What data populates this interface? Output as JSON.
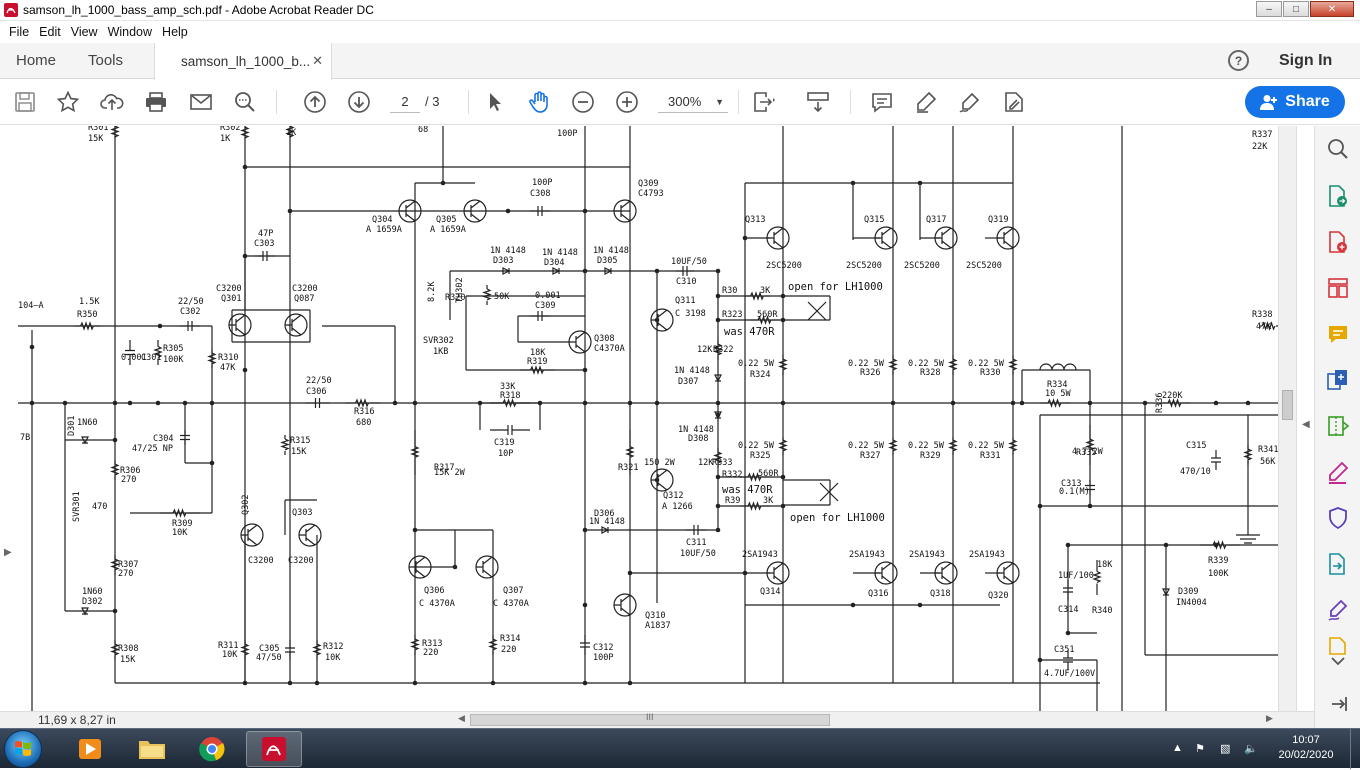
{
  "window": {
    "title": "samson_lh_1000_bass_amp_sch.pdf - Adobe Acrobat Reader DC",
    "min_label": "–",
    "max_label": "□",
    "close_label": "✕"
  },
  "menu": [
    "File",
    "Edit",
    "View",
    "Window",
    "Help"
  ],
  "tabs": {
    "home": "Home",
    "tools": "Tools",
    "document": "samson_lh_1000_b...",
    "close": "✕",
    "help": "?",
    "signin": "Sign In"
  },
  "toolbar": {
    "page_current": "2",
    "page_total": "/ 3",
    "zoom": "300%",
    "share": "Share"
  },
  "icons": {
    "save": "save-icon",
    "bookmark": "star-icon",
    "upload": "upload-icon",
    "print": "print-icon",
    "email": "email-icon",
    "search": "zoom-search-icon",
    "prev": "prev-page-icon",
    "next": "next-page-icon",
    "select": "select-cursor-icon",
    "hand": "hand-icon",
    "zoomout": "zoom-out-icon",
    "zoomin": "zoom-in-icon",
    "accent": "#1473e6"
  },
  "status": {
    "page_size": "11,69 x 8,27 in",
    "grip": "III"
  },
  "taskbar": {
    "time": "10:07",
    "date": "20/02/2020"
  },
  "schematic": {
    "labels": [
      "R301",
      "15K",
      "R302",
      "1K",
      "1K",
      "68",
      "100P",
      "R337",
      "22K",
      "104–A",
      "1.5K",
      "R350",
      "47P",
      "C303",
      "C3200",
      "Q301",
      "C3200",
      "Q087",
      "22/50",
      "C302",
      "0.001",
      "C301",
      "R305",
      "100K",
      "R310",
      "47K",
      "Q304",
      "A 1659A",
      "Q305",
      "A 1659A",
      "100P",
      "C308",
      "Q309",
      "C4793",
      "Q313",
      "Q315",
      "Q317",
      "Q319",
      "2SC5200",
      "2SC5200",
      "2SC5200",
      "2SC5200",
      "1N 4148",
      "D303",
      "1N 4148",
      "D304",
      "1N 4148",
      "D305",
      "10UF/50",
      "C310",
      "8.2K",
      "R320",
      "TH302",
      "50K",
      "0.001",
      "C309",
      "Q311",
      "C 3198",
      "R30",
      "3K",
      "open for LH1000",
      "R323",
      "560R",
      "was 470R",
      "SVR302",
      "1KB",
      "18K",
      "R319",
      "Q308",
      "C4370A",
      "12K",
      "R322",
      "0.22 5W",
      "R324",
      "0.22 5W",
      "R326",
      "0.22 5W",
      "R328",
      "0.22 5W",
      "R330",
      "1N 4148",
      "D307",
      "R338",
      "47K",
      "R334",
      "10 5W",
      "22/50",
      "C306",
      "R316",
      "680",
      "33K",
      "R318",
      "220K",
      "R336",
      "1N60",
      "D301",
      "C304",
      "47/25 NP",
      "R315",
      "15K",
      "C319",
      "10P",
      "R317",
      "15K 2W",
      "R321",
      "150 2W",
      "1N 4148",
      "D308",
      "12K",
      "R333",
      "0.22 5W",
      "R325",
      "0.22 5W",
      "R327",
      "0.22 5W",
      "R329",
      "0.22 5W",
      "R331",
      "4.7 2W",
      "R335",
      "C315",
      "470/10",
      "R341",
      "56K",
      "R306",
      "270",
      "470",
      "SVR301",
      "R309",
      "10K",
      "Q302",
      "C3200",
      "Q303",
      "C3200",
      "Q312",
      "A 1266",
      "R332",
      "560R",
      "was 470R",
      "R39",
      "3K",
      "open for LH1000",
      "C313",
      "0.1(M)",
      "D306",
      "1N 4148",
      "C311",
      "10UF/50",
      "2SA1943",
      "2SA1943",
      "2SA1943",
      "2SA1943",
      "Q314",
      "Q316",
      "Q318",
      "Q320",
      "R339",
      "100K",
      "D309",
      "IN4004",
      "R307",
      "270",
      "1N60",
      "D302",
      "Q306",
      "C 4370A",
      "Q307",
      "C 4370A",
      "Q310",
      "A1837",
      "1UF/100",
      "C314",
      "18K",
      "R340",
      "R308",
      "15K",
      "R311",
      "10K",
      "C305",
      "47/50",
      "R312",
      "10K",
      "R313",
      "220",
      "R314",
      "220",
      "C312",
      "100P",
      "C351",
      "4.7UF/100V",
      "7B"
    ]
  }
}
